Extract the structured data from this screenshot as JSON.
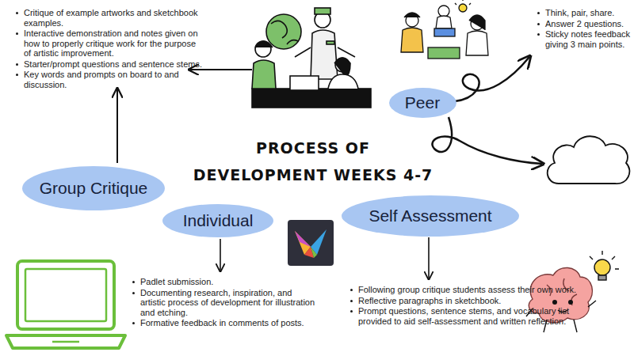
{
  "diagram": {
    "title": "PROCESS OF DEVELOPMENT WEEKS 4-7",
    "nodes": [
      {
        "text": [
          "Peer"
        ]
      },
      {
        "text": [
          "Group Critique"
        ]
      },
      {
        "text": [
          "Individual"
        ]
      },
      {
        "text": [
          "Self Assessment"
        ]
      }
    ],
    "labels": [
      "Critique of example artworks and sketchbook examples.",
      "Interactive demonstration and notes given on how to properly critique work for the purpose of artistic improvement.",
      "Starter/prompt questions and sentence stems.",
      "Key words and prompts on board to and discussion.",
      "Think, pair, share.",
      "Answer 2 questions.",
      "Sticky notes feedback giving 3 main points.",
      "Padlet submission.",
      "Documenting research, inspiration, and artistic process of development for illustration and etching.",
      "Formative feedback in comments of posts.",
      "Following group critique students assess their own work.",
      "Reflective paragraphs in sketchbook.",
      "Prompt questions, sentence stems, and vocabulary list provided to aid self-assessment and written reflection."
    ]
  }
}
